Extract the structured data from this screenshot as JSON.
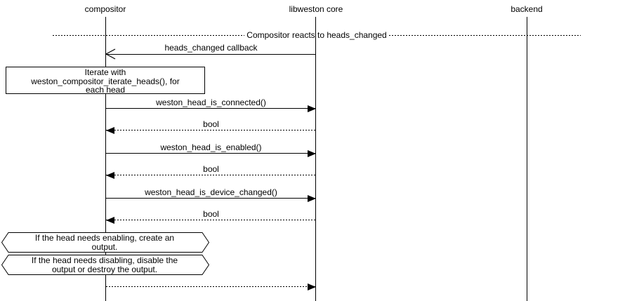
{
  "diagram": {
    "participants": [
      {
        "name": "compositor"
      },
      {
        "name": "libweston core"
      },
      {
        "name": "backend"
      }
    ],
    "divider": {
      "label": "Compositor reacts to heads_changed"
    },
    "messages": [
      {
        "label": "heads_changed callback",
        "from": "libweston core",
        "to": "compositor",
        "line": "solid",
        "arrowhead": "open"
      },
      {
        "label": "weston_head_is_connected()",
        "from": "compositor",
        "to": "libweston core",
        "line": "solid",
        "arrowhead": "filled"
      },
      {
        "label": "bool",
        "from": "libweston core",
        "to": "compositor",
        "line": "dotted",
        "arrowhead": "filled"
      },
      {
        "label": "weston_head_is_enabled()",
        "from": "compositor",
        "to": "libweston core",
        "line": "solid",
        "arrowhead": "filled"
      },
      {
        "label": "bool",
        "from": "libweston core",
        "to": "compositor",
        "line": "dotted",
        "arrowhead": "filled"
      },
      {
        "label": "weston_head_is_device_changed()",
        "from": "compositor",
        "to": "libweston core",
        "line": "solid",
        "arrowhead": "filled"
      },
      {
        "label": "bool",
        "from": "libweston core",
        "to": "compositor",
        "line": "dotted",
        "arrowhead": "filled"
      },
      {
        "label": "",
        "from": "compositor",
        "to": "libweston core",
        "line": "dotted",
        "arrowhead": "filled"
      }
    ],
    "notes": {
      "iterate_note": {
        "lines": [
          "Iterate with",
          "weston_compositor_iterate_heads(), for",
          "each head"
        ]
      },
      "enable_note": {
        "lines": [
          "If the head needs enabling, create an",
          "output."
        ]
      },
      "disable_note": {
        "lines": [
          "If the head needs disabling, disable the",
          "output or destroy the output."
        ]
      }
    },
    "colors": {
      "line": "#000000",
      "background": "#ffffff"
    }
  }
}
